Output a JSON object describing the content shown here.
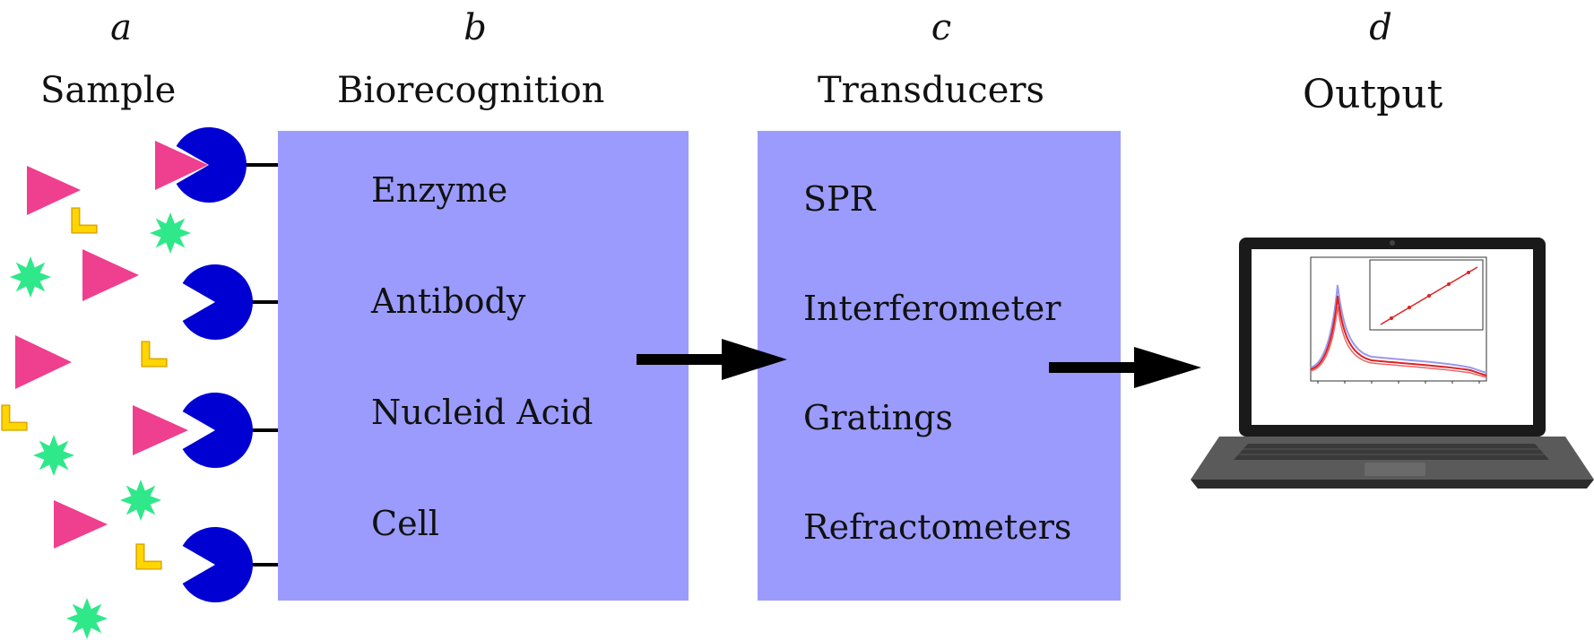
{
  "stages": [
    {
      "letter": "a",
      "title": "Sample"
    },
    {
      "letter": "b",
      "title": "Biorecognition"
    },
    {
      "letter": "c",
      "title": "Transducers"
    },
    {
      "letter": "d",
      "title": "Output"
    }
  ],
  "biorecognition_items": [
    "Enzyme",
    "Antibody",
    "Nucleid Acid",
    "Cell"
  ],
  "transducer_items": [
    "SPR",
    "Interferometer",
    "Gratings",
    "Refractometers"
  ],
  "colors": {
    "box": "#9b9bfd",
    "receptor": "#0000d2",
    "triangle": "#ef3f8f",
    "star": "#2ee88a",
    "l_shape": "#ffd600",
    "arrow": "#000000",
    "laptop_body": "#4a4a4a"
  },
  "icons": [
    "receptor-icon",
    "analyte-triangle-icon",
    "analyte-star-icon",
    "analyte-l-icon",
    "arrow-icon",
    "laptop-icon"
  ]
}
